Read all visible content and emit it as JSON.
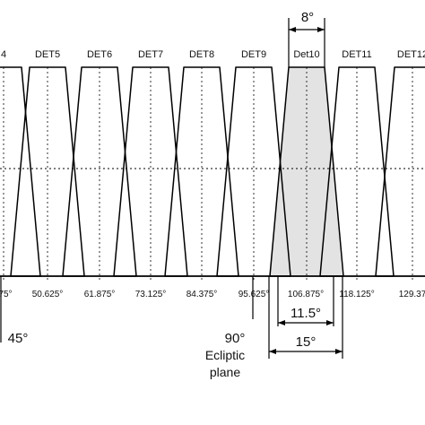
{
  "detectors": [
    "4",
    "DET5",
    "DET6",
    "DET7",
    "DET8",
    "DET9",
    "Det10",
    "DET11",
    "DET12"
  ],
  "tick_labels": [
    "75°",
    "50.625°",
    "61.875°",
    "73.125°",
    "84.375°",
    "95.625°",
    "106.875°",
    "118.125°",
    "129.37"
  ],
  "highlighted_detector": "Det10",
  "highlight_color": "#e3e3e3",
  "annotations": {
    "top_width": "8°",
    "mid_width": "11.5°",
    "base_width": "15°",
    "angle_45": "45°",
    "angle_90": "90°",
    "ecliptic_line1": "Ecliptic",
    "ecliptic_line2": "plane"
  }
}
